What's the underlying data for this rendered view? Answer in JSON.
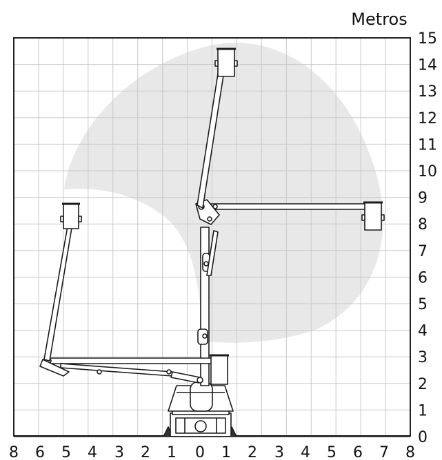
{
  "unit_label": "Metros",
  "y_ticks": [
    "0",
    "1",
    "2",
    "3",
    "4",
    "5",
    "6",
    "7",
    "8",
    "9",
    "10",
    "11",
    "12",
    "13",
    "14",
    "15"
  ],
  "x_ticks": [
    "8",
    "6",
    "5",
    "4",
    "3",
    "2",
    "1",
    "0",
    "1",
    "2",
    "3",
    "4",
    "5",
    "6",
    "7",
    "8"
  ],
  "colors": {
    "background": "#ffffff",
    "grid": "#c9c9c9",
    "frame": "#222222",
    "envelope": "#e8e8e8",
    "machine_stroke": "#1a1a1a",
    "machine_fill": "#ffffff",
    "ground": "#333333"
  },
  "diagram": {
    "subject": "working-envelope",
    "positions": [
      "left-reach-position",
      "vertical-position",
      "right-reach-position"
    ]
  }
}
